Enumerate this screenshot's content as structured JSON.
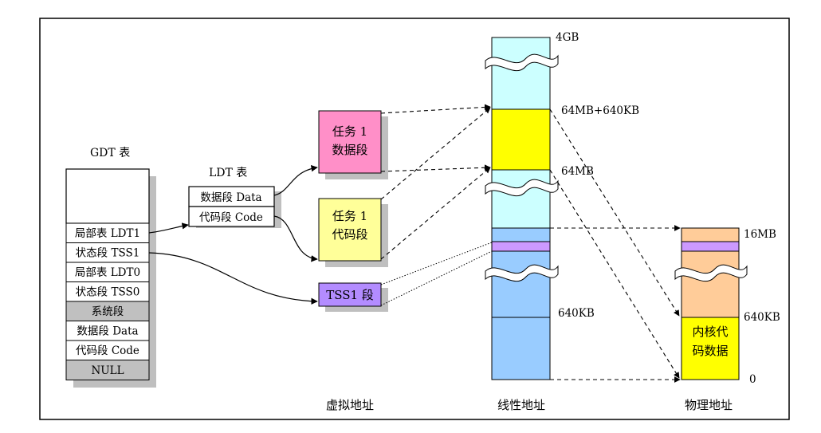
{
  "gdt": {
    "title": "GDT 表",
    "rows": [
      "局部表 LDT1",
      "状态段 TSS1",
      "局部表 LDT0",
      "状态段 TSS0",
      "系统段",
      "数据段 Data",
      "代码段 Code",
      "NULL"
    ]
  },
  "ldt": {
    "title": "LDT 表",
    "rows": [
      "数据段 Data",
      "代码段 Code"
    ]
  },
  "segments": {
    "task1_data": [
      "任务 1",
      "数据段"
    ],
    "task1_code": [
      "任务 1",
      "代码段"
    ],
    "tss1": "TSS1 段"
  },
  "linear": {
    "labels": {
      "top": "4GB",
      "data_top": "64MB+640KB",
      "data_bottom": "64MB",
      "low": "640KB"
    }
  },
  "physical": {
    "labels": {
      "top": "16MB",
      "kernel_top": "640KB",
      "zero": "0"
    },
    "kernel": [
      "内核代",
      "码数据"
    ]
  },
  "captions": {
    "virtual": "虚拟地址",
    "linear": "线性地址",
    "physical": "物理地址"
  },
  "colors": {
    "task_data": "#ff8fc8",
    "task_code": "#ffff99",
    "tss": "#b38cff",
    "linear_high": "#ccffff",
    "linear_data": "#ffff00",
    "linear_low": "#99ccff",
    "phys_high": "#ffcc99",
    "phys_tss": "#cc99ff",
    "kernel": "#ffff00",
    "gray_row": "#c0c0c0",
    "shadow": "#bfbfbf"
  }
}
